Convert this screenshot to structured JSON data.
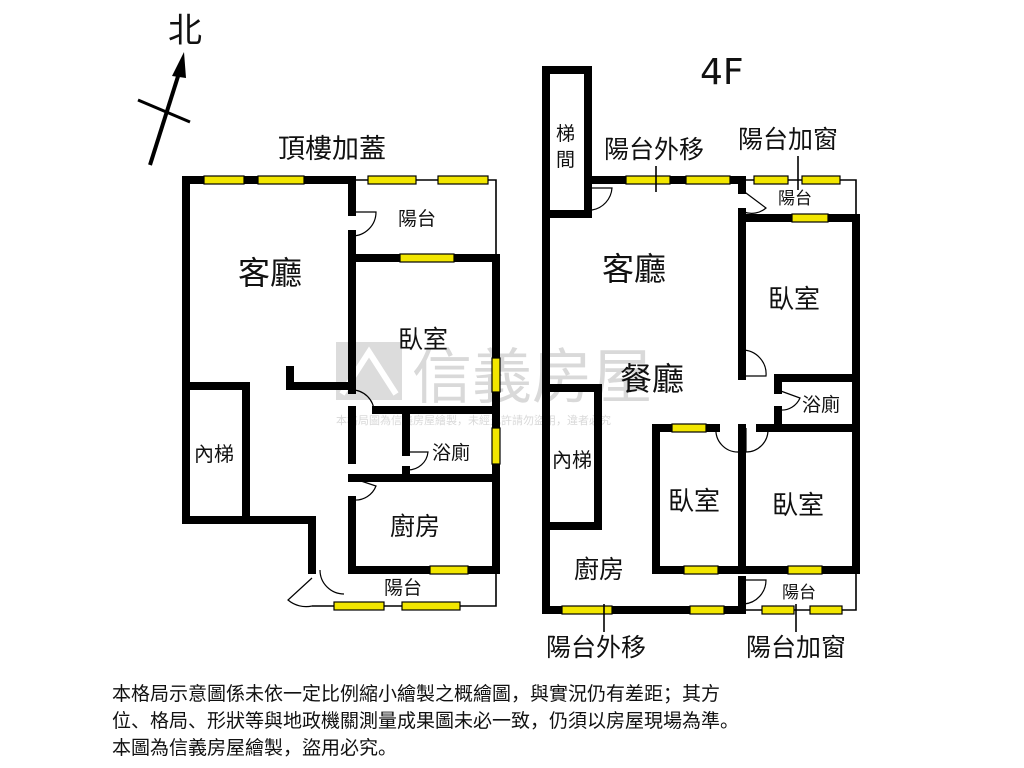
{
  "compass": {
    "north": "北"
  },
  "left_plan": {
    "title": "頂樓加蓋",
    "rooms": {
      "living": "客廳",
      "balcony_top": "陽台",
      "bedroom": "臥室",
      "stairs": "內梯",
      "bath": "浴廁",
      "kitchen": "廚房",
      "balcony_bottom": "陽台"
    }
  },
  "right_plan": {
    "title": "4F",
    "rooms": {
      "stairwell": "梯間",
      "living": "客廳",
      "dining": "餐廳",
      "bedroom_ne": "臥室",
      "bath": "浴廁",
      "stairs": "內梯",
      "bedroom_mid": "臥室",
      "bedroom_se": "臥室",
      "kitchen": "廚房",
      "balcony_top": "陽台",
      "balcony_bottom": "陽台"
    },
    "notes": {
      "top_move": "陽台外移",
      "top_window": "陽台加窗",
      "bottom_move": "陽台外移",
      "bottom_window": "陽台加窗"
    }
  },
  "watermark": {
    "brand": "信義房屋",
    "caption": "本格局圖為信義房屋繪製，未經允許請勿盜用，違者必究"
  },
  "disclaimer": {
    "line1": "本格局示意圖係未依一定比例縮小繪製之概繪圖，與實況仍有差距；其方",
    "line2": "位、格局、形狀等與地政機關測量成果圖未必一致，仍須以房屋現場為準。",
    "line3": "本圖為信義房屋繪製，盜用必究。"
  },
  "colors": {
    "window": "#f2e600",
    "wall": "#000000",
    "watermark": "#d9d9d9"
  }
}
